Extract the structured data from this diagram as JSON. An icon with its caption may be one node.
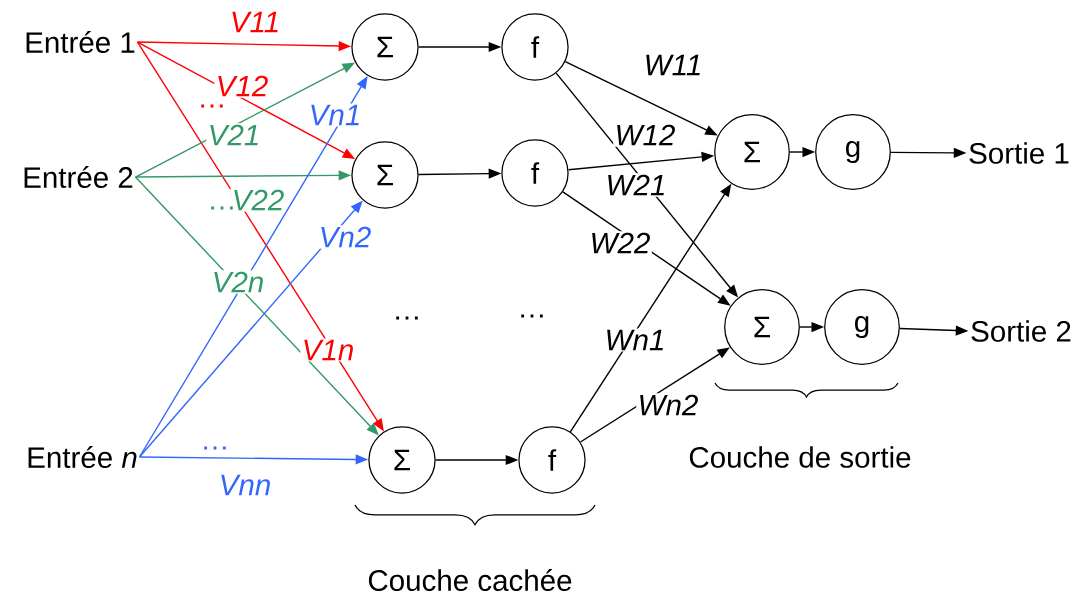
{
  "diagram": {
    "nodes": [
      {
        "text": [
          "Entrée 1"
        ]
      },
      {
        "text": [
          "Entrée 2"
        ]
      },
      {
        "text": [
          "Entrée *n*"
        ]
      },
      {
        "text": [
          "Σ"
        ]
      },
      {
        "text": [
          "f"
        ]
      },
      {
        "text": [
          "Σ"
        ]
      },
      {
        "text": [
          "f"
        ]
      },
      {
        "text": [
          "Σ"
        ]
      },
      {
        "text": [
          "f"
        ]
      },
      {
        "text": [
          "Σ"
        ]
      },
      {
        "text": [
          "g"
        ]
      },
      {
        "text": [
          "Σ"
        ]
      },
      {
        "text": [
          "g"
        ]
      },
      {
        "text": [
          "Sortie 1"
        ]
      },
      {
        "text": [
          "Sortie 2"
        ]
      }
    ],
    "edges": [
      {
        "from": 0,
        "to": 3,
        "arrow": "to",
        "label": "V11",
        "color": "#ff0000"
      },
      {
        "from": 0,
        "to": 5,
        "arrow": "to",
        "label": "V12",
        "color": "#ff0000"
      },
      {
        "from": 0,
        "to": 7,
        "arrow": "to",
        "label": "V1n",
        "color": "#ff0000"
      },
      {
        "from": 1,
        "to": 3,
        "arrow": "to",
        "label": "V21",
        "color": "#339966"
      },
      {
        "from": 1,
        "to": 5,
        "arrow": "to",
        "label": "V22",
        "color": "#339966"
      },
      {
        "from": 1,
        "to": 7,
        "arrow": "to",
        "label": "V2n",
        "color": "#339966"
      },
      {
        "from": 2,
        "to": 3,
        "arrow": "to",
        "label": "Vn1",
        "color": "#3366ff"
      },
      {
        "from": 2,
        "to": 5,
        "arrow": "to",
        "label": "Vn2",
        "color": "#3366ff"
      },
      {
        "from": 2,
        "to": 7,
        "arrow": "to",
        "label": "Vnn",
        "color": "#3366ff"
      },
      {
        "from": 3,
        "to": 4,
        "arrow": "to"
      },
      {
        "from": 5,
        "to": 6,
        "arrow": "to"
      },
      {
        "from": 7,
        "to": 8,
        "arrow": "to"
      },
      {
        "from": 4,
        "to": 9,
        "arrow": "to",
        "label": "W11"
      },
      {
        "from": 4,
        "to": 11,
        "arrow": "to",
        "label": "W12"
      },
      {
        "from": 6,
        "to": 9,
        "arrow": "to",
        "label": "W21"
      },
      {
        "from": 6,
        "to": 11,
        "arrow": "to",
        "label": "W22"
      },
      {
        "from": 8,
        "to": 9,
        "arrow": "to",
        "label": "Wn1"
      },
      {
        "from": 8,
        "to": 11,
        "arrow": "to",
        "label": "Wn2"
      },
      {
        "from": 9,
        "to": 10,
        "arrow": "to"
      },
      {
        "from": 11,
        "to": 12,
        "arrow": "to"
      },
      {
        "from": 10,
        "to": 13,
        "arrow": "to"
      },
      {
        "from": 12,
        "to": 14,
        "arrow": "to"
      }
    ],
    "labels": [
      "…",
      "…",
      "…",
      "…",
      "…",
      "Couche de sortie",
      "Couche cachée"
    ]
  }
}
